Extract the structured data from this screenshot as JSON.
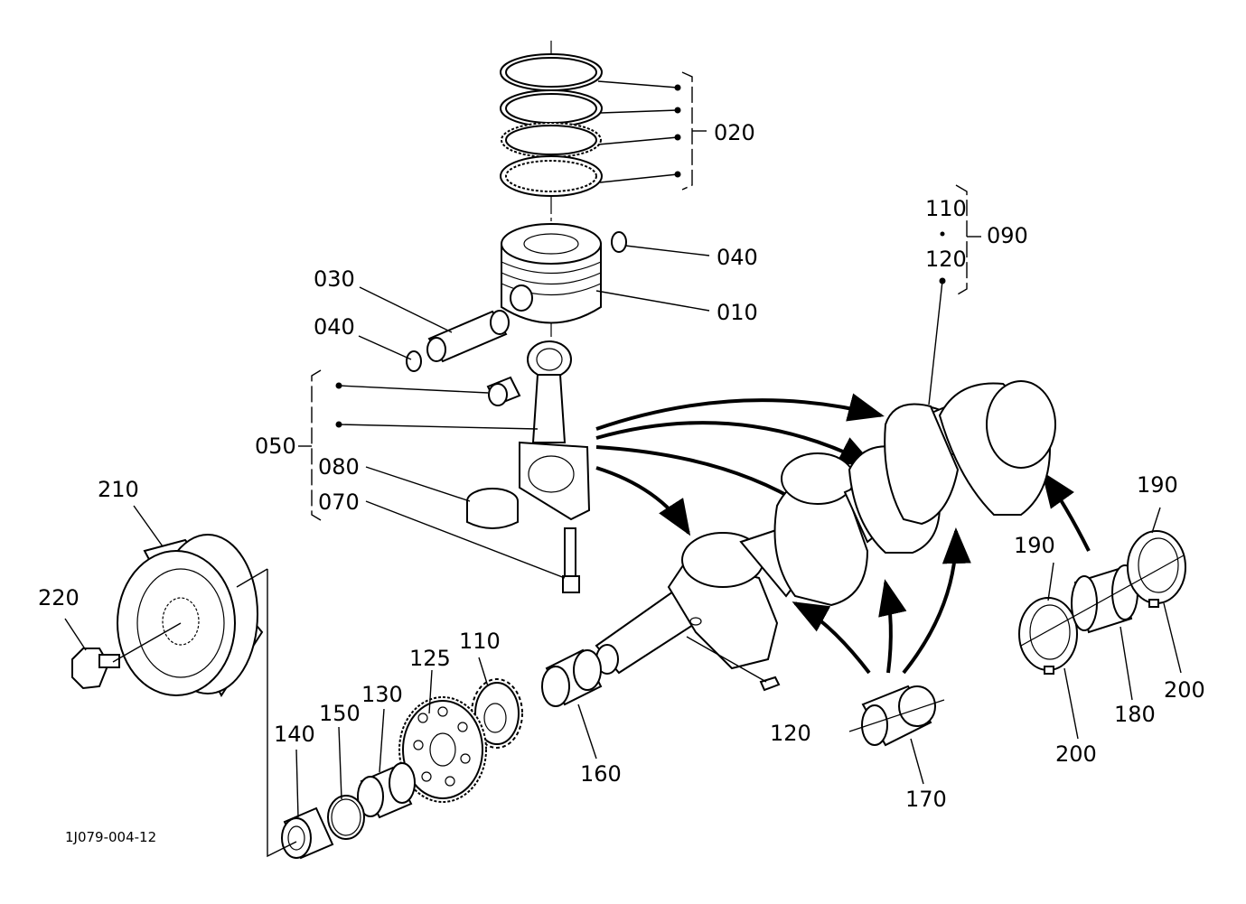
{
  "drawing_code": "1J079-004-12",
  "labels": {
    "p010": "010",
    "p020": "020",
    "p030": "030",
    "p040a": "040",
    "p040b": "040",
    "p050": "050",
    "p070": "070",
    "p080": "080",
    "p090": "090",
    "p110a": "110",
    "p120a": "120",
    "p110b": "110",
    "p120b": "120",
    "p125": "125",
    "p130": "130",
    "p140": "140",
    "p150": "150",
    "p160": "160",
    "p170": "170",
    "p180": "180",
    "p190a": "190",
    "p190b": "190",
    "p200a": "200",
    "p200b": "200",
    "p210": "210",
    "p220": "220"
  }
}
